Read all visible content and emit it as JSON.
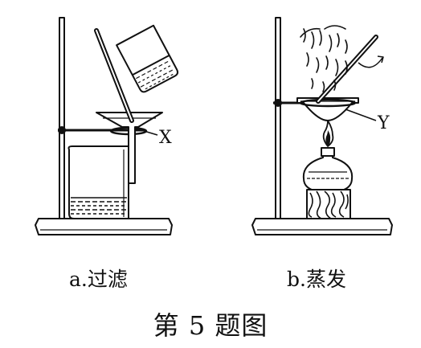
{
  "labels": {
    "x": "X",
    "y": "Y"
  },
  "captions": {
    "a": "a.过滤",
    "b": "b.蒸发",
    "figure": "第 5 题图"
  },
  "colors": {
    "ink": "#111111",
    "paper": "#ffffff"
  }
}
